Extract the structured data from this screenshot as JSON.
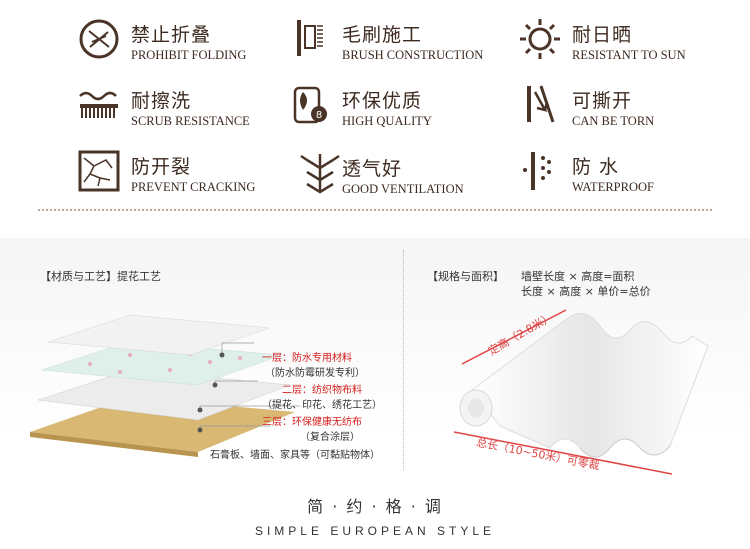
{
  "features": [
    {
      "zh": "禁止折叠",
      "en": "PROHIBIT FOLDING",
      "icon": "no-fold-icon"
    },
    {
      "zh": "毛刷施工",
      "en": "BRUSH CONSTRUCTION",
      "icon": "brush-icon"
    },
    {
      "zh": "耐日晒",
      "en": "RESISTANT TO SUN",
      "icon": "sun-icon"
    },
    {
      "zh": "耐擦洗",
      "en": "SCRUB RESISTANCE",
      "icon": "scrub-icon"
    },
    {
      "zh": "环保优质",
      "en": "HIGH QUALITY",
      "icon": "eco-roll-icon"
    },
    {
      "zh": "可撕开",
      "en": "CAN BE TORN",
      "icon": "tear-icon"
    },
    {
      "zh": "防开裂",
      "en": "PREVENT CRACKING",
      "icon": "crack-icon"
    },
    {
      "zh": "透气好",
      "en": "GOOD VENTILATION",
      "icon": "ventilation-icon"
    },
    {
      "zh": "防 水",
      "en": "WATERPROOF",
      "icon": "waterproof-icon"
    }
  ],
  "material": {
    "title": "【材质与工艺】提花工艺",
    "layers": [
      {
        "name": "一层：防水专用材料",
        "desc": "（防水防霉研发专利）"
      },
      {
        "name": "二层：纺织物布料",
        "desc": "（提花、印花、绣花工艺）"
      },
      {
        "name": "三层：环保健康无纺布",
        "desc": "（复合涂层）"
      }
    ],
    "base": "石膏板、墙面、家具等（可黏贴物体）"
  },
  "spec": {
    "title": "【规格与面积】",
    "formula1": "墙壁长度 × 高度=面积",
    "formula2": "长度 × 高度 × 单价=总价",
    "height_label": "定高（2.8米）",
    "length_label": "总长（10~50米）可零裁"
  },
  "footer": {
    "zh": "简 · 约 · 格 · 调",
    "en": "SIMPLE EUROPEAN STYLE"
  },
  "colors": {
    "icon": "#4a3428",
    "red": "#d71c1c",
    "tape": "#e04545"
  }
}
